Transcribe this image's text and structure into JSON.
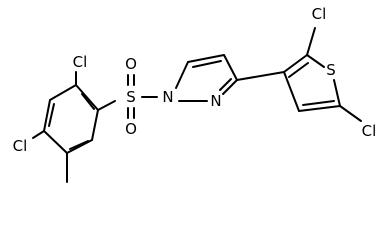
{
  "atoms": {
    "cl_benzene_top": "Cl",
    "cl_benzene_left": "Cl",
    "s_sulfonyl": "S",
    "o_top": "O",
    "o_bottom": "O",
    "n1_pyrazole": "N",
    "n2_pyrazole": "N",
    "cl_thiophene_top": "Cl",
    "s_thiophene": "S",
    "cl_thiophene_right": "Cl"
  },
  "colors": {
    "bond": "#000000",
    "label": "#000000",
    "background": "#ffffff"
  }
}
